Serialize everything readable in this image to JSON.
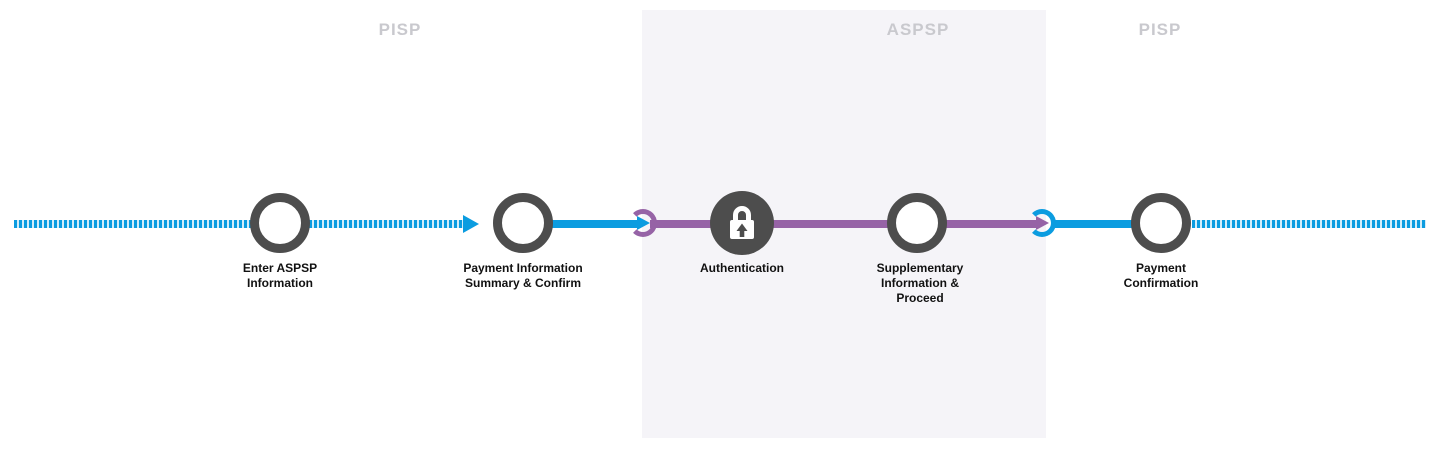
{
  "lanes": [
    {
      "id": "pisp-left",
      "label": "PISP"
    },
    {
      "id": "aspsp",
      "label": "ASPSP"
    },
    {
      "id": "pisp-right",
      "label": "PISP"
    }
  ],
  "steps": [
    {
      "id": "enter-aspsp-information",
      "label": "Enter ASPSP Information",
      "lines": [
        "Enter ASPSP",
        "Information"
      ]
    },
    {
      "id": "payment-information-summary-confirm",
      "label": "Payment Information Summary & Confirm",
      "lines": [
        "Payment Information",
        "Summary & Confirm"
      ]
    },
    {
      "id": "authentication",
      "label": "Authentication",
      "lines": [
        "Authentication"
      ],
      "icon": "lock-icon"
    },
    {
      "id": "supplementary-information-proceed",
      "label": "Supplementary Information & Proceed",
      "lines": [
        "Supplementary",
        "Information &",
        "Proceed"
      ]
    },
    {
      "id": "payment-confirmation",
      "label": "Payment Confirmation",
      "lines": [
        "Payment",
        "Confirmation"
      ]
    }
  ],
  "colors": {
    "blue": "#0B9CE0",
    "purple": "#9663A6",
    "node_dark": "#4D4D4D",
    "panel_background": "#F5F4F8",
    "lane_label": "#C9C9CE"
  }
}
